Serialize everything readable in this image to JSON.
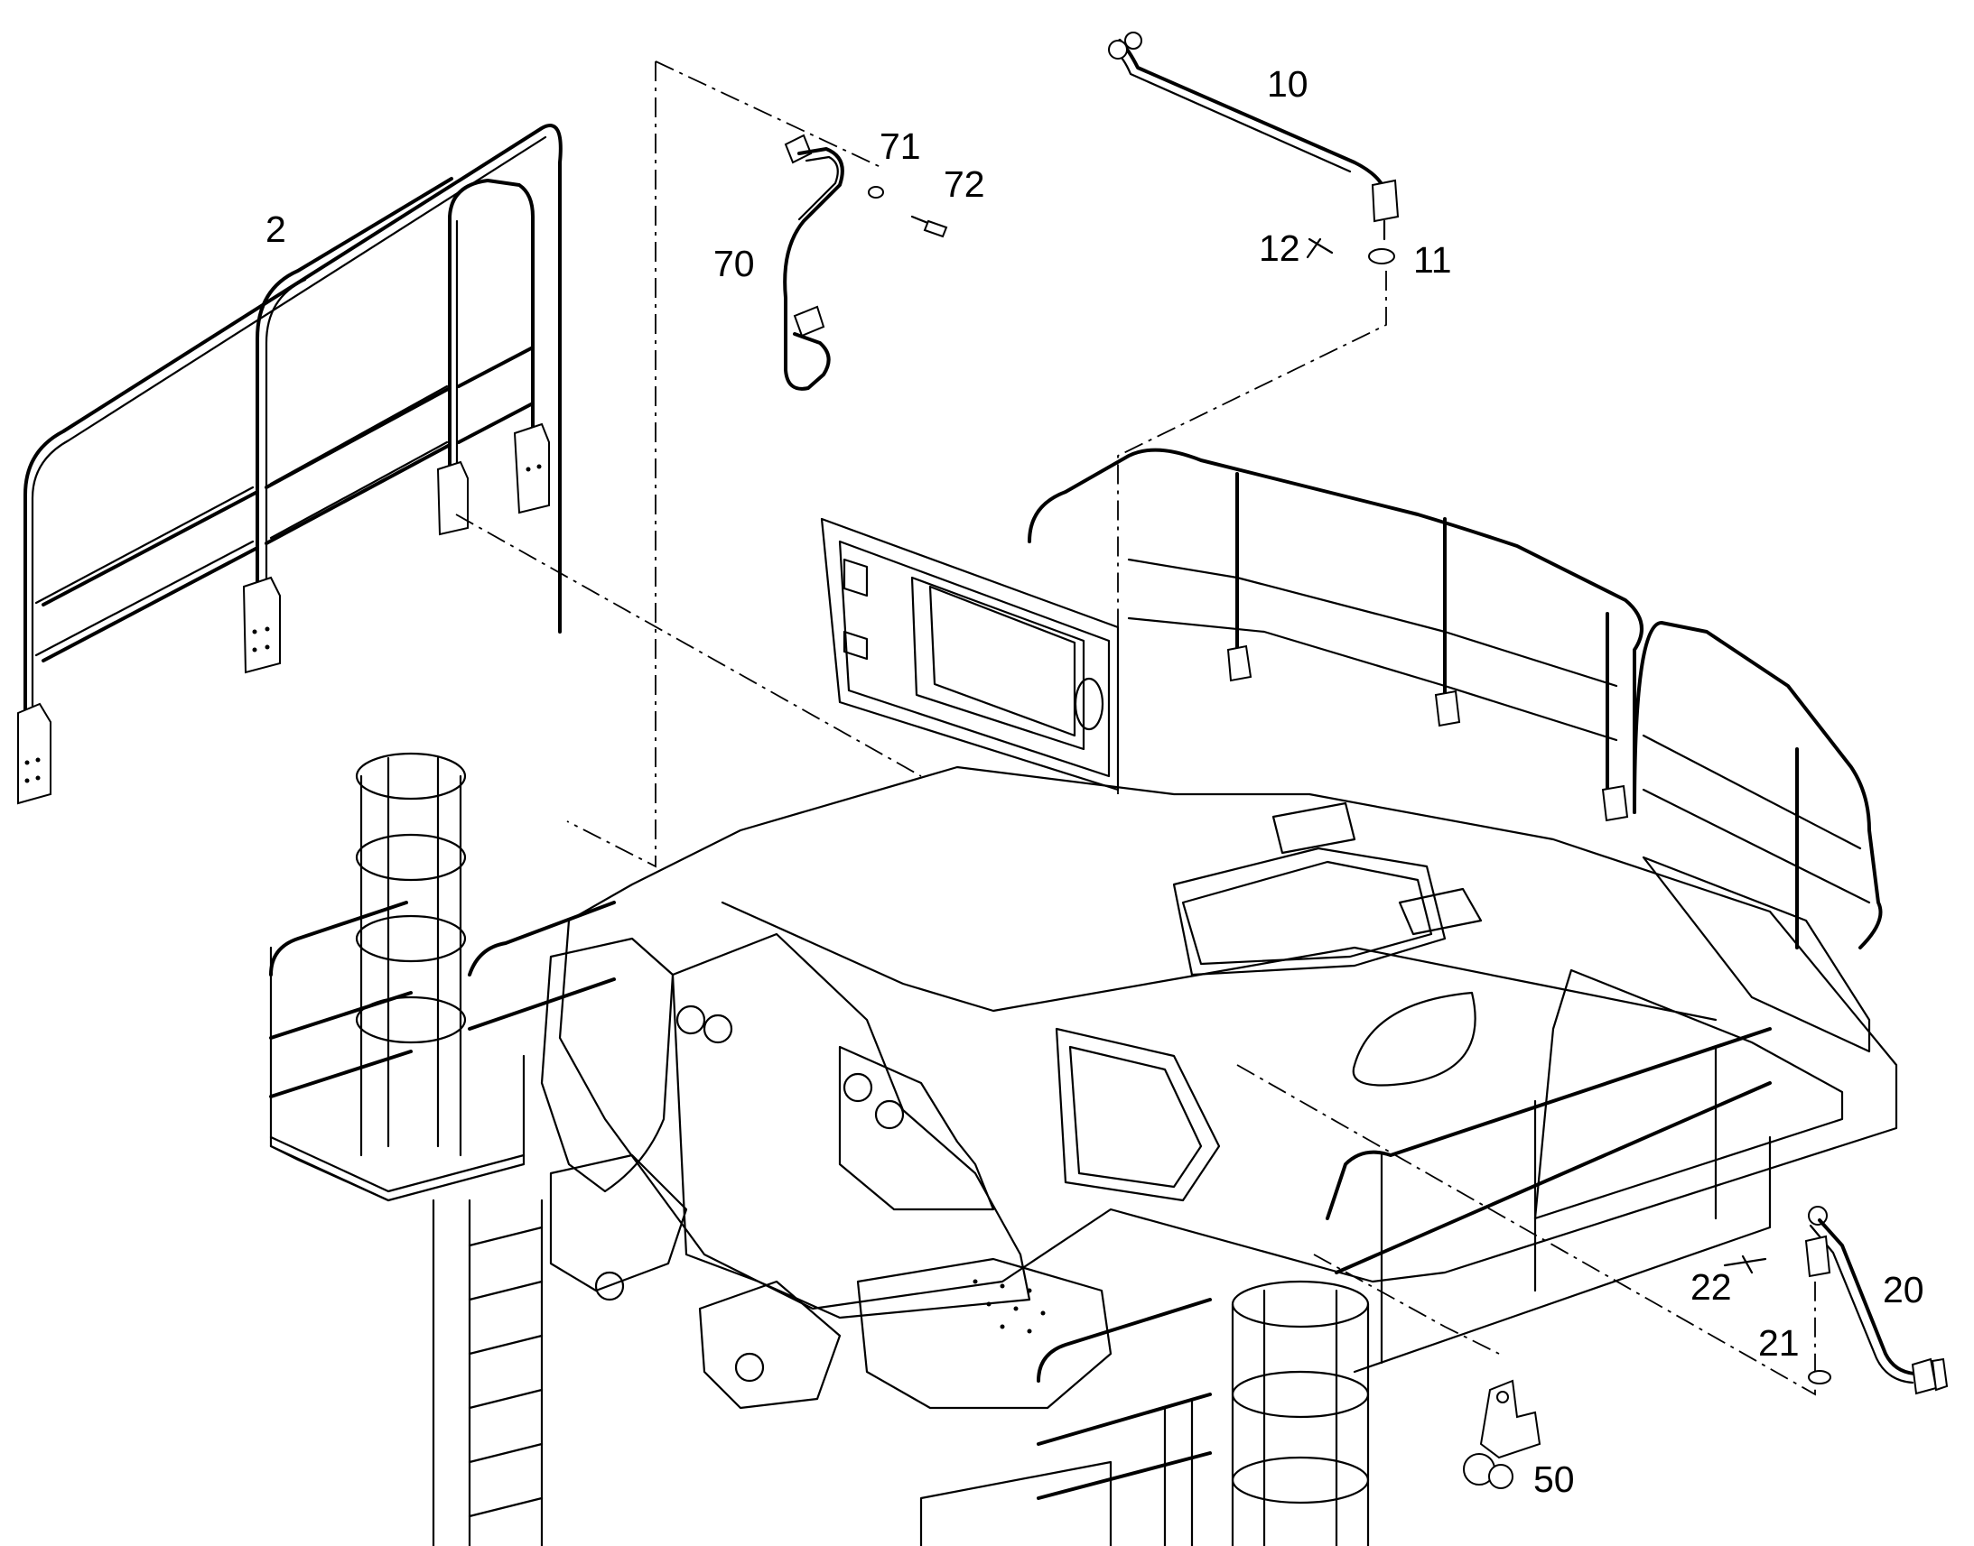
{
  "callouts": {
    "c2": "2",
    "c10": "10",
    "c11": "11",
    "c12": "12",
    "c20": "20",
    "c21": "21",
    "c22": "22",
    "c50": "50",
    "c70": "70",
    "c71": "71",
    "c72": "72"
  }
}
